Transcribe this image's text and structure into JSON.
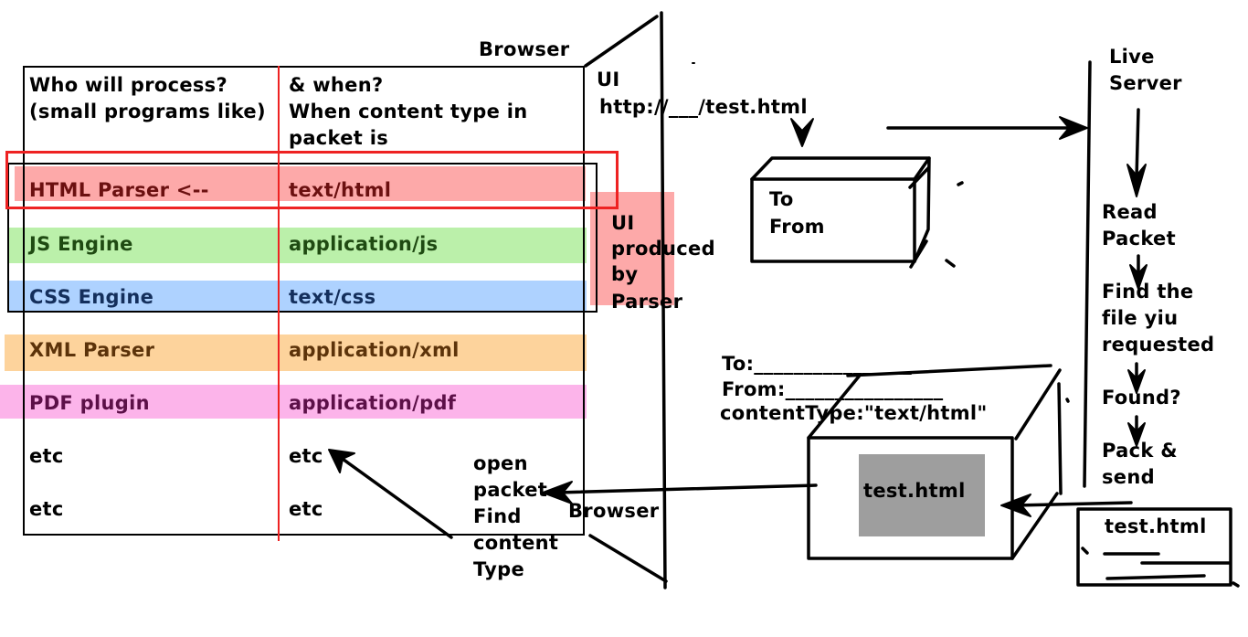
{
  "diagram": {
    "table": {
      "header_col1": [
        "Who will process?",
        "(small programs like)"
      ],
      "header_col2": [
        "& when?",
        "When content type in",
        "packet is"
      ],
      "rows": [
        {
          "processor": "HTML Parser <--",
          "content_type": "text/html",
          "band_color": "#fda9a9",
          "text_color": "#6b1010"
        },
        {
          "processor": "JS Engine",
          "content_type": "application/js",
          "band_color": "#bbf0aa",
          "text_color": "#1f4a12"
        },
        {
          "processor": "CSS Engine",
          "content_type": "text/css",
          "band_color": "#aed2ff",
          "text_color": "#142f5c"
        },
        {
          "processor": "XML Parser",
          "content_type": "application/xml",
          "band_color": "#fdd39c",
          "text_color": "#5c330a"
        },
        {
          "processor": "PDF plugin",
          "content_type": "application/pdf",
          "band_color": "#fcb4ea",
          "text_color": "#5c1048"
        },
        {
          "processor": "etc",
          "content_type": "etc"
        },
        {
          "processor": "etc",
          "content_type": "etc"
        }
      ]
    },
    "ui_note": {
      "lines": [
        "UI",
        "produced",
        "by",
        "Parser"
      ],
      "color": "#fda9a9"
    },
    "browser_top_label": "Browser",
    "browser_bottom_label": "Browser",
    "ui_label": "UI",
    "url": "http://___/test.html",
    "request_packet": {
      "to": "To",
      "from": "From"
    },
    "live_server": {
      "label": [
        "Live",
        "Server"
      ]
    },
    "server_steps": [
      [
        "Read",
        "Packet"
      ],
      [
        "Find the",
        "file yiu",
        "requested"
      ],
      [
        "Found?"
      ],
      [
        "Pack &",
        "send"
      ]
    ],
    "server_file": "test.html",
    "response_packet": {
      "to": "To:________________",
      "from": "From:________________",
      "content_type": "contentType:\"text/html\"",
      "file": "test.html"
    },
    "open_packet_note": [
      "open",
      "packet",
      "Find",
      "content",
      "Type"
    ],
    "colors": {
      "ink": "#000000",
      "highlight": "#ee2222",
      "file_fill": "#9e9e9e"
    }
  }
}
